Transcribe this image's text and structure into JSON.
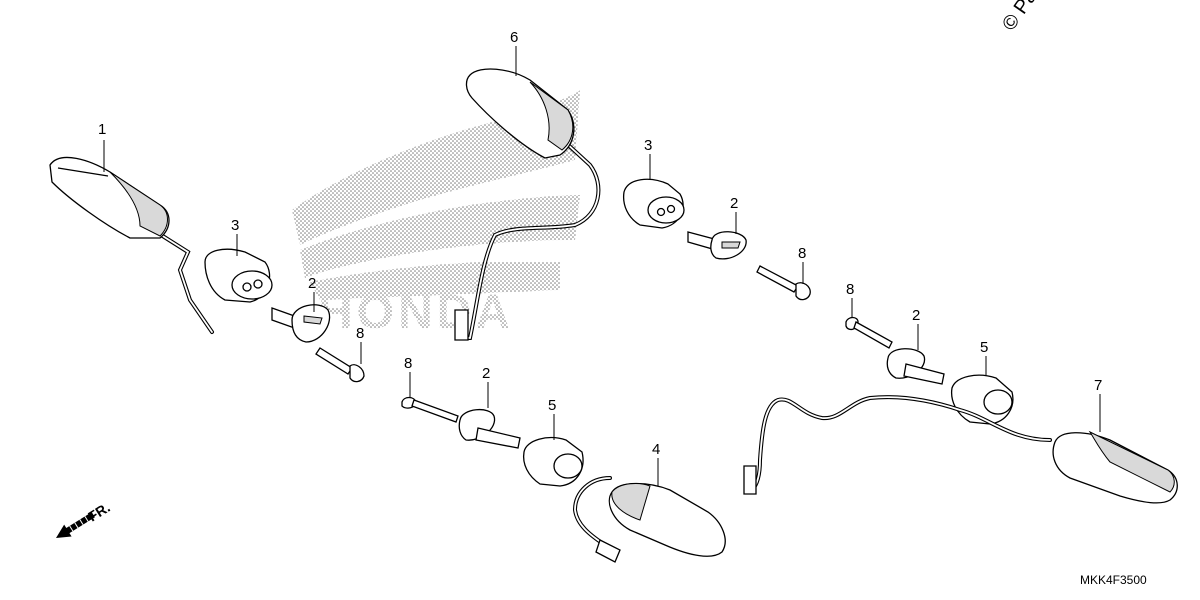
{
  "diagram": {
    "code": "MKK4F3500",
    "direction_label": "FR.",
    "copyright": "© Pa",
    "watermark_text": "HONDA",
    "callouts": [
      {
        "id": "c1",
        "label": "1"
      },
      {
        "id": "c3a",
        "label": "3"
      },
      {
        "id": "c2a",
        "label": "2"
      },
      {
        "id": "c8a",
        "label": "8"
      },
      {
        "id": "c6",
        "label": "6"
      },
      {
        "id": "c3b",
        "label": "3"
      },
      {
        "id": "c2b",
        "label": "2"
      },
      {
        "id": "c8b",
        "label": "8"
      },
      {
        "id": "c8c",
        "label": "8"
      },
      {
        "id": "c2c",
        "label": "2"
      },
      {
        "id": "c5a",
        "label": "5"
      },
      {
        "id": "c4",
        "label": "4"
      },
      {
        "id": "c8d",
        "label": "8"
      },
      {
        "id": "c2d",
        "label": "2"
      },
      {
        "id": "c5b",
        "label": "5"
      },
      {
        "id": "c7",
        "label": "7"
      }
    ]
  }
}
